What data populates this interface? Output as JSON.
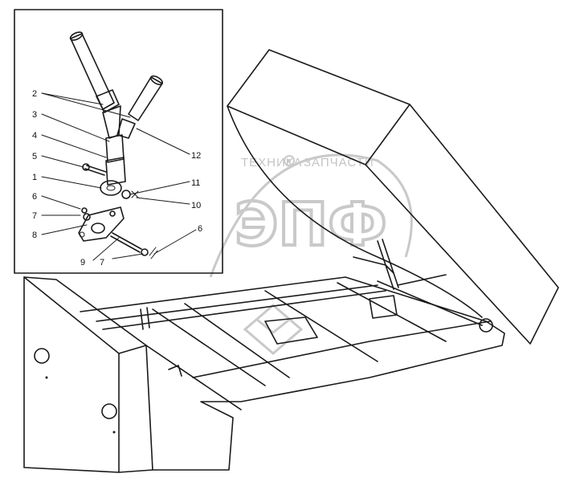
{
  "watermark": {
    "left_word": "ТЕХНИКА",
    "right_word": "ЗАПЧАСТИ",
    "big_letters": "ЭПФ"
  },
  "callouts": [
    {
      "id": "c2",
      "label": "2"
    },
    {
      "id": "c3",
      "label": "3"
    },
    {
      "id": "c4",
      "label": "4"
    },
    {
      "id": "c5",
      "label": "5"
    },
    {
      "id": "c1",
      "label": "1"
    },
    {
      "id": "c6a",
      "label": "6"
    },
    {
      "id": "c7a",
      "label": "7"
    },
    {
      "id": "c8",
      "label": "8"
    },
    {
      "id": "c12",
      "label": "12"
    },
    {
      "id": "c11",
      "label": "11"
    },
    {
      "id": "c10",
      "label": "10"
    },
    {
      "id": "c6b",
      "label": "6"
    },
    {
      "id": "c9",
      "label": "9"
    },
    {
      "id": "c7b",
      "label": "7"
    }
  ]
}
